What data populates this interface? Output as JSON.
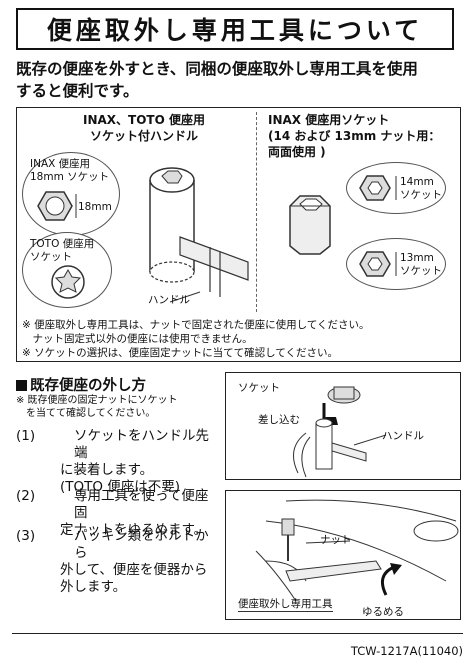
{
  "title": "便座取外し専用工具について",
  "intro": [
    "既存の便座を外すとき、同梱の便座取外し専用工具を使用",
    "すると便利です。"
  ],
  "left_section": {
    "heading": [
      "INAX、TOTO 便座用",
      "ソケット付ハンドル"
    ],
    "inax_socket": [
      "INAX 便座用",
      "18mm ソケット"
    ],
    "size_18": "18mm",
    "toto_socket": [
      "TOTO 便座用",
      "ソケット"
    ],
    "handle_label": "ハンドル"
  },
  "right_section": {
    "heading": [
      "INAX 便座用ソケット",
      "(14 および 13mm ナット用：",
      "両面使用 )"
    ],
    "socket_14": [
      "14mm",
      "ソケット"
    ],
    "socket_13": [
      "13mm",
      "ソケット"
    ]
  },
  "notes": [
    "※ 便座取外し専用工具は、ナットで固定された便座に使用してください。",
    "　ナット固定式以外の便座には使用できません。",
    "※ ソケットの選択は、便座固定ナットに当てて確認してください。"
  ],
  "removal": {
    "heading": "既存便座の外し方",
    "note": [
      "※ 既存便座の固定ナットにソケット",
      "　を当てて確認してください。"
    ],
    "steps": [
      {
        "num": "(1)",
        "lines": [
          "ソケットをハンドル先端",
          "に装着します。",
          "(TOTO 便座は不要)"
        ]
      },
      {
        "num": "(2)",
        "lines": [
          "専用工具を使って便座固",
          "定ナットをゆるめます。"
        ]
      },
      {
        "num": "(3)",
        "lines": [
          "パッキン類をボルトから",
          "外して、便座を便器から",
          "外します。"
        ]
      }
    ]
  },
  "ill1": {
    "socket": "ソケット",
    "insert": "差し込む",
    "handle": "ハンドル"
  },
  "ill2": {
    "nut": "ナット",
    "tool": "便座取外し専用工具",
    "loosen": "ゆるめる"
  },
  "footer": "TCW-1217A(11040)"
}
